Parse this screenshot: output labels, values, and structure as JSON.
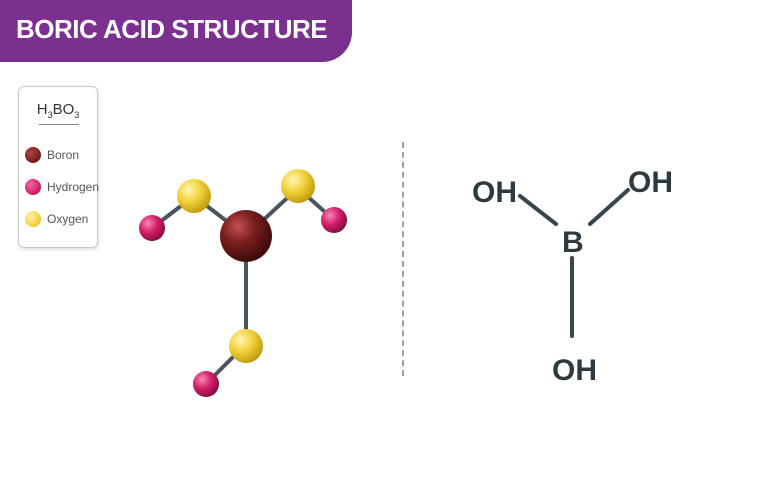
{
  "title": "BORIC ACID STRUCTURE",
  "legend": {
    "formula_main": "H",
    "formula_sub1": "3",
    "formula_mid": "BO",
    "formula_sub2": "3",
    "items": [
      {
        "label": "Boron",
        "color": "#7a1f1f"
      },
      {
        "label": "Hydrogen",
        "color": "#d61f6b"
      },
      {
        "label": "Oxygen",
        "color": "#f2d13a"
      }
    ]
  },
  "structural_formula": {
    "oh_top_left": "OH",
    "oh_top_right": "OH",
    "boron": "B",
    "oh_bottom": "OH"
  },
  "colors": {
    "banner": "#7b2f8f",
    "bond": "#4a5560",
    "boron": "#7a1f1f",
    "hydrogen": "#d61f6b",
    "oxygen": "#f2d13a"
  }
}
